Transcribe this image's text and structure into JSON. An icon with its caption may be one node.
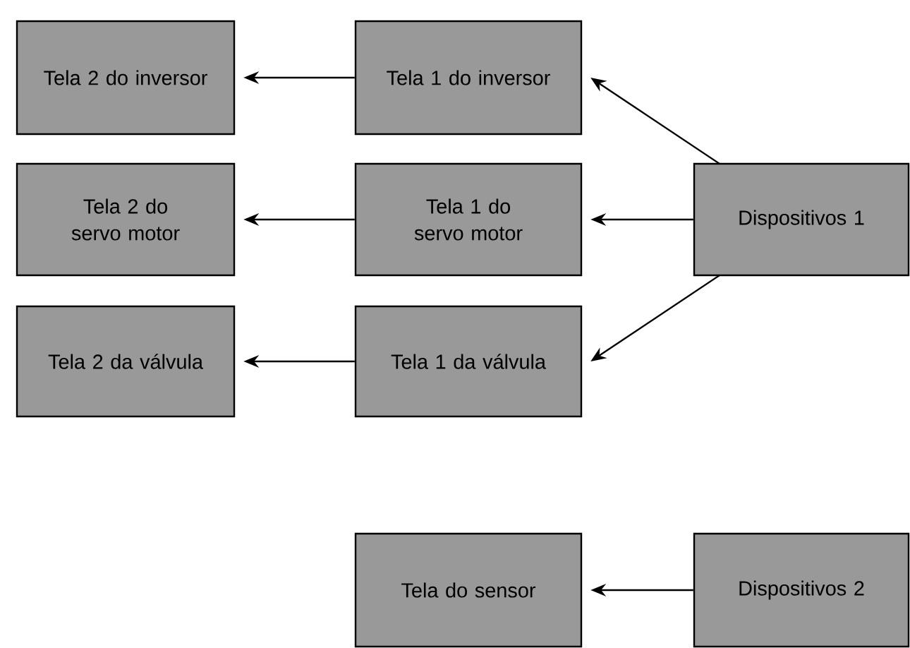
{
  "diagram": {
    "nodes": [
      {
        "text": [
          "Tela 2 do inversor"
        ]
      },
      {
        "text": [
          "Tela 1 do inversor"
        ]
      },
      {
        "text": [
          "Tela 2 do servo motor"
        ]
      },
      {
        "text": [
          "Tela 1 do servo motor"
        ]
      },
      {
        "text": [
          "Tela 2 da válvula"
        ]
      },
      {
        "text": [
          "Tela 1 da válvula"
        ]
      },
      {
        "text": [
          "Dispositivos 1"
        ]
      },
      {
        "text": [
          "Tela do sensor"
        ]
      },
      {
        "text": [
          "Dispositivos 2"
        ]
      }
    ],
    "edges": [
      {
        "from": 1,
        "to": 0,
        "arrow": "to"
      },
      {
        "from": 3,
        "to": 2,
        "arrow": "to"
      },
      {
        "from": 5,
        "to": 4,
        "arrow": "to"
      },
      {
        "from": 6,
        "to": 1,
        "arrow": "to"
      },
      {
        "from": 6,
        "to": 3,
        "arrow": "to"
      },
      {
        "from": 6,
        "to": 5,
        "arrow": "to"
      },
      {
        "from": 8,
        "to": 7,
        "arrow": "to"
      }
    ]
  }
}
